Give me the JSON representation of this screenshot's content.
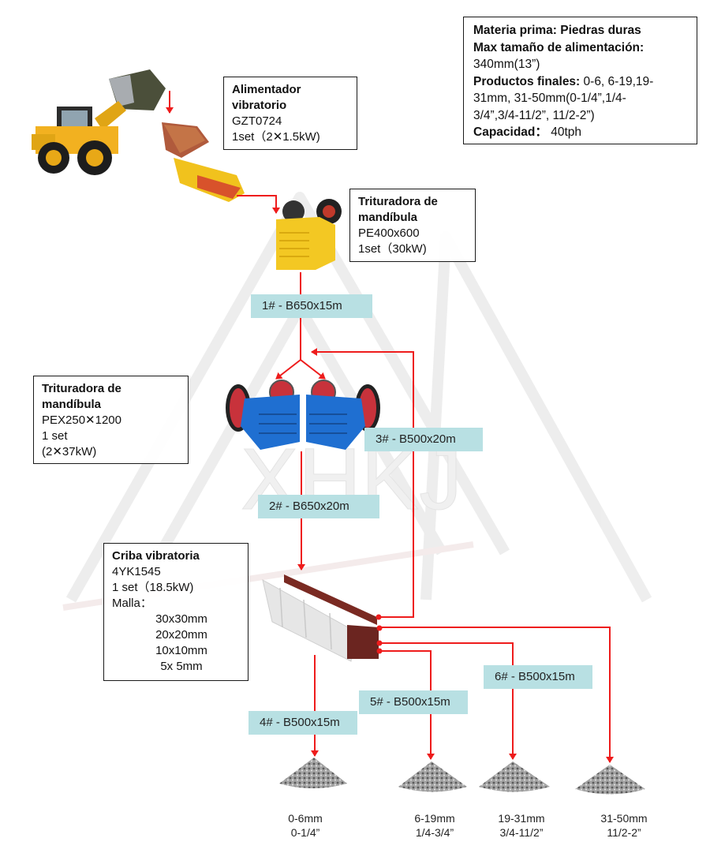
{
  "info_box": {
    "raw_material_label": "Materia prima:",
    "raw_material_value": "Piedras duras",
    "max_feed_label": "Max tamaño de alimentación:",
    "max_feed_value": "340mm(13”)",
    "products_label": "Productos finales:",
    "products_value_1": "0-6, 6-19,19-",
    "products_value_2": "31mm, 31-50mm(0-1/4”,1/4-",
    "products_value_3": "3/4”,3/4-11/2”, 11/2-2”)",
    "capacity_label": "Capacidad：",
    "capacity_value": "40tph"
  },
  "equipment": {
    "feeder": {
      "title_1": "Alimentador",
      "title_2": "vibratorio",
      "model": "GZT0724",
      "spec": "1set（2✕1.5kW)"
    },
    "primary_crusher": {
      "title_1": "Trituradora de",
      "title_2": "mandíbula",
      "model": "PE400x600",
      "spec": "1set（30kW)"
    },
    "secondary_crusher": {
      "title_1": "Trituradora de",
      "title_2": "mandíbula",
      "model": "PEX250✕1200",
      "qty": "1 set",
      "spec": "(2✕37kW)"
    },
    "screen": {
      "title": "Criba vibratoria",
      "model": "4YK1545",
      "spec": "1 set（18.5kW)",
      "mesh_label": "Malla：",
      "mesh_sizes": [
        "30x30mm",
        "20x20mm",
        "10x10mm",
        "5x 5mm"
      ]
    }
  },
  "belts": [
    {
      "label": "1# - B650x15m"
    },
    {
      "label": "2# - B650x20m"
    },
    {
      "label": "3# - B500x20m"
    },
    {
      "label": "4# - B500x15m"
    },
    {
      "label": "5# - B500x15m"
    },
    {
      "label": "6# - B500x15m"
    }
  ],
  "products": [
    {
      "mm": "0-6mm",
      "inch": "0-1/4”"
    },
    {
      "mm": "6-19mm",
      "inch": "1/4-3/4”"
    },
    {
      "mm": "19-31mm",
      "inch": "3/4-11/2”"
    },
    {
      "mm": "31-50mm",
      "inch": "11/2-2”"
    }
  ],
  "watermark": {
    "text": "XHKJ"
  },
  "colors": {
    "flow_line": "#ee1c1c",
    "belt_label_bg": "#b8e0e3",
    "crusher_primary": "#f2c21b",
    "crusher_secondary": "#1f6fd1",
    "screen_body": "#e3e3e3",
    "screen_deck": "#7a2a22"
  }
}
